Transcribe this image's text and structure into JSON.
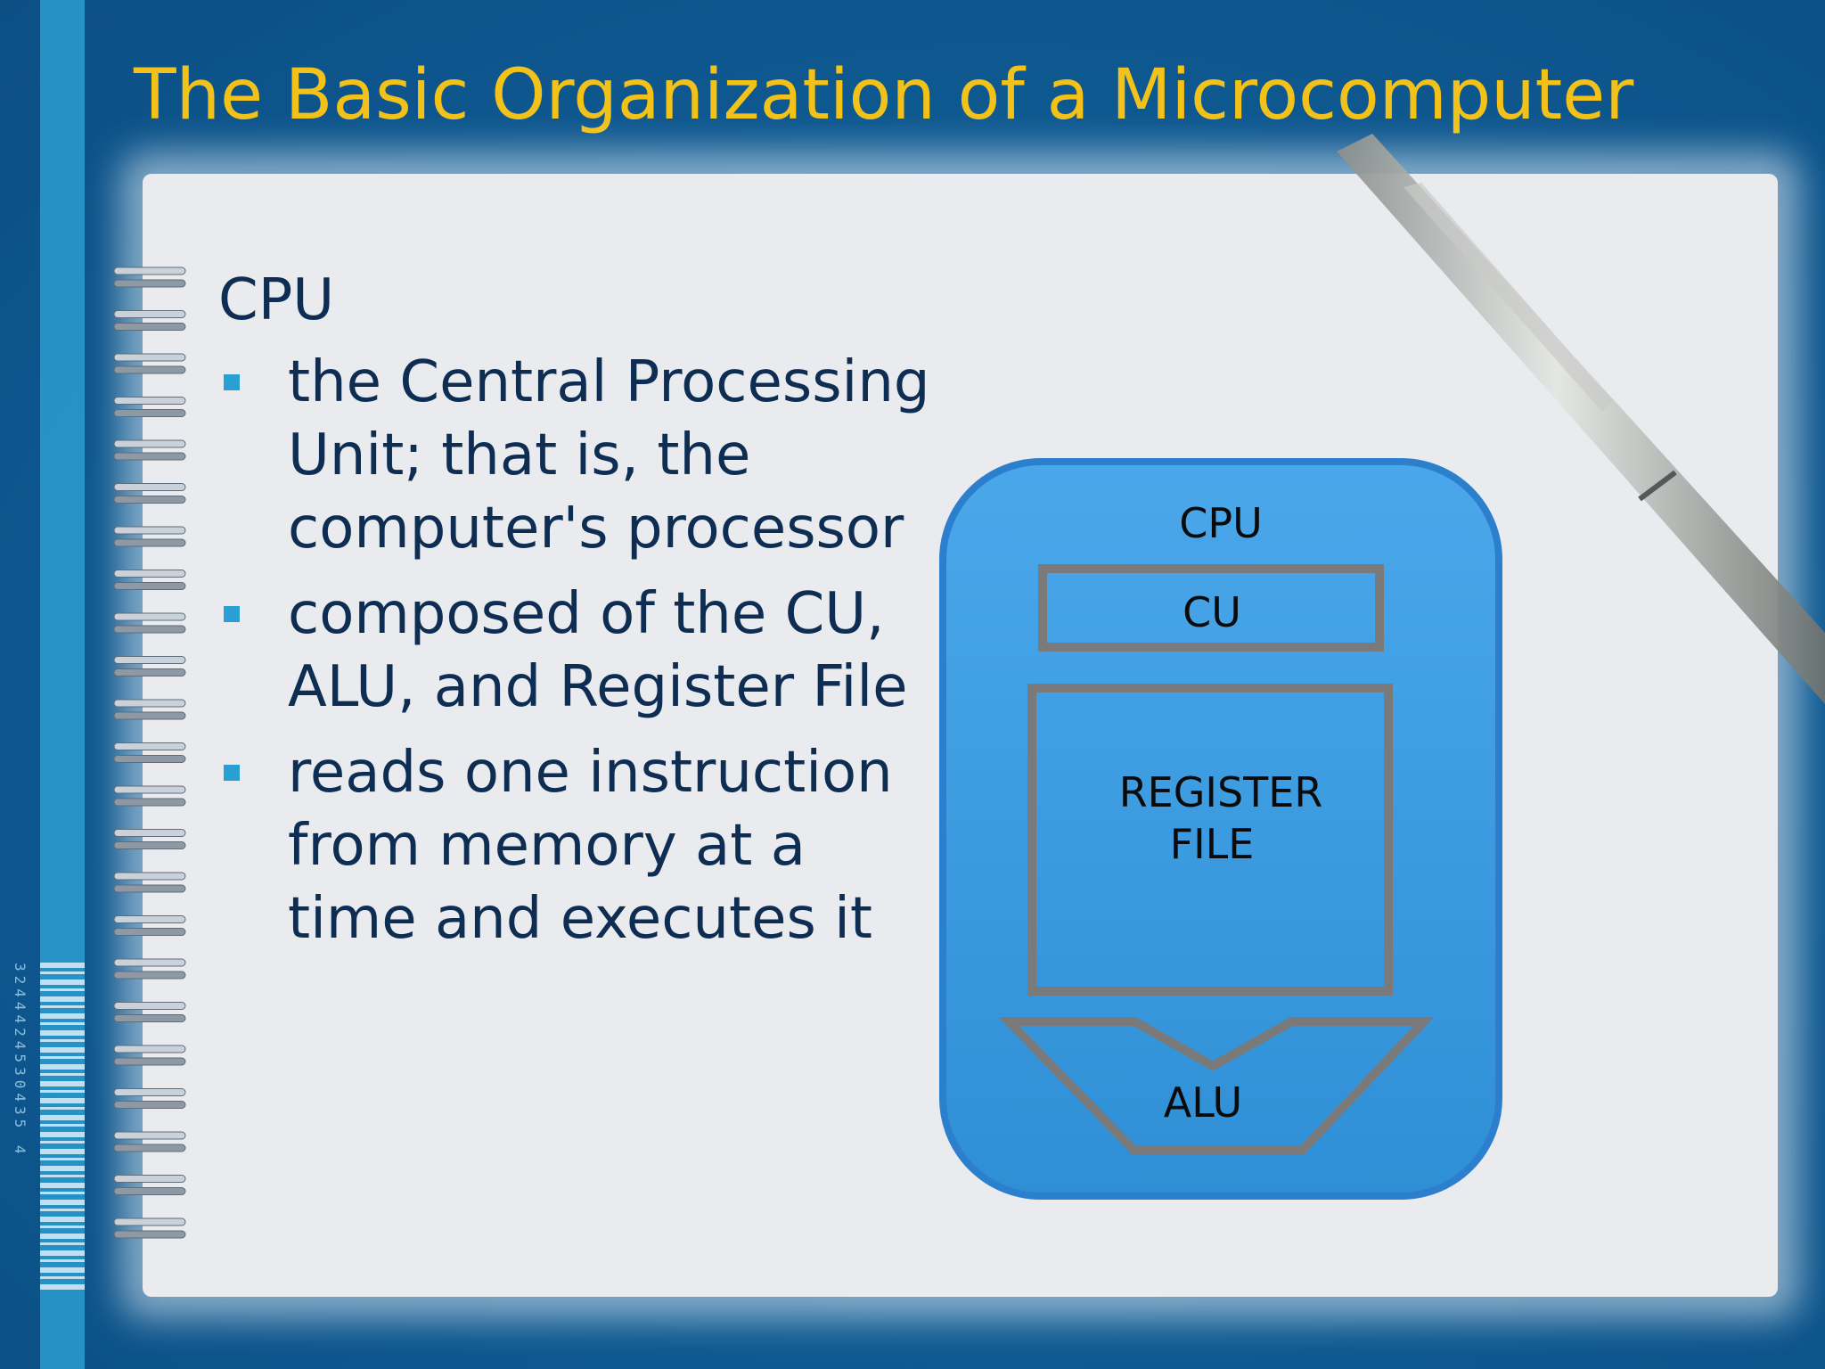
{
  "slide": {
    "title": "The Basic Organization of a Microcomputer",
    "heading": "CPU",
    "bullets": [
      "the Central Processing Unit; that is, the computer's processor",
      "composed of the CU, ALU, and Register File",
      "reads one instruction from memory at a time and executes it"
    ],
    "barcode_digits": "3244424530435 4"
  },
  "diagram": {
    "cpu_label": "CPU",
    "cu_label": "CU",
    "register_label_line1": "REGISTER",
    "register_label_line2": "FILE",
    "alu_label": "ALU"
  },
  "colors": {
    "background": "#0f5a92",
    "title": "#f2c21a",
    "text": "#0e2d52",
    "bullet": "#2a9fd6",
    "cpu_fill": "#3b97dc",
    "block_stroke": "#7a7a7a"
  }
}
